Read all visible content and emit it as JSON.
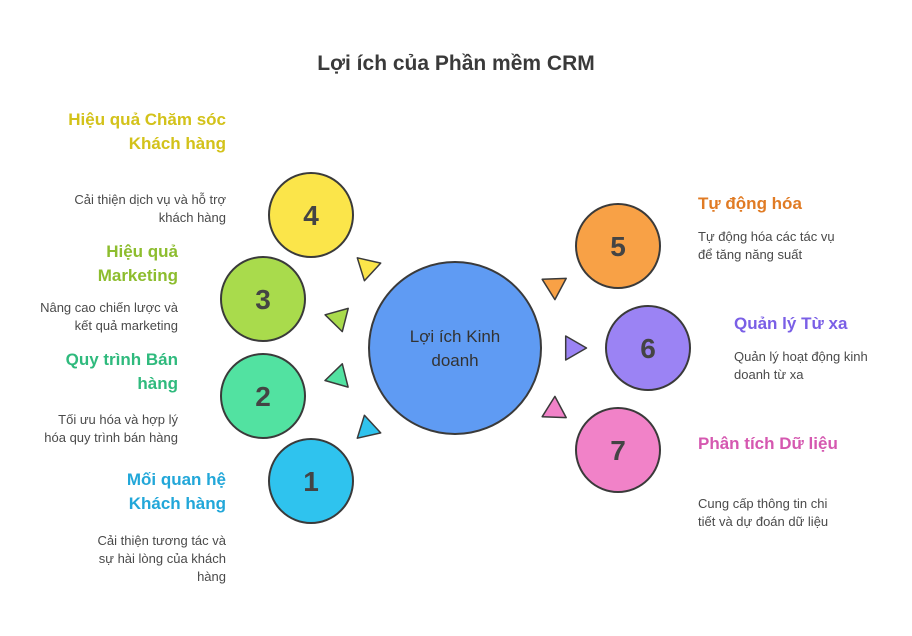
{
  "title": "Lợi ích của Phần mềm CRM",
  "center": {
    "label": "Lợi ích Kinh doanh",
    "fill": "#5f9bf3"
  },
  "benefits": [
    {
      "number": "1",
      "heading": "Mối quan hệ Khách hàng",
      "description": "Cải thiện tương tác và sự hài lòng của khách hàng",
      "color": "#22a7d9",
      "fill": "#2fc3ee"
    },
    {
      "number": "2",
      "heading": "Quy trình Bán hàng",
      "description": "Tối ưu hóa và hợp lý hóa quy trình bán hàng",
      "color": "#2fba7d",
      "fill": "#52e2a1"
    },
    {
      "number": "3",
      "heading": "Hiệu quả Marketing",
      "description": "Nâng cao chiến lược và kết quả marketing",
      "color": "#8dbd2e",
      "fill": "#a9db4c"
    },
    {
      "number": "4",
      "heading": "Hiệu quả Chăm sóc Khách hàng",
      "description": "Cải thiện dịch vụ và hỗ trợ khách hàng",
      "color": "#d3c21a",
      "fill": "#fbe54a"
    },
    {
      "number": "5",
      "heading": "Tự động hóa",
      "description": "Tự động hóa các tác vụ để tăng năng suất",
      "color": "#e07b24",
      "fill": "#f8a146"
    },
    {
      "number": "6",
      "heading": "Quản lý Từ xa",
      "description": "Quản lý hoạt động kinh doanh từ xa",
      "color": "#7a5fe6",
      "fill": "#9b83f4"
    },
    {
      "number": "7",
      "heading": "Phân tích Dữ liệu",
      "description": "Cung cấp thông tin chi tiết và dự đoán dữ liệu",
      "color": "#d558b0",
      "fill": "#f182c8"
    }
  ]
}
